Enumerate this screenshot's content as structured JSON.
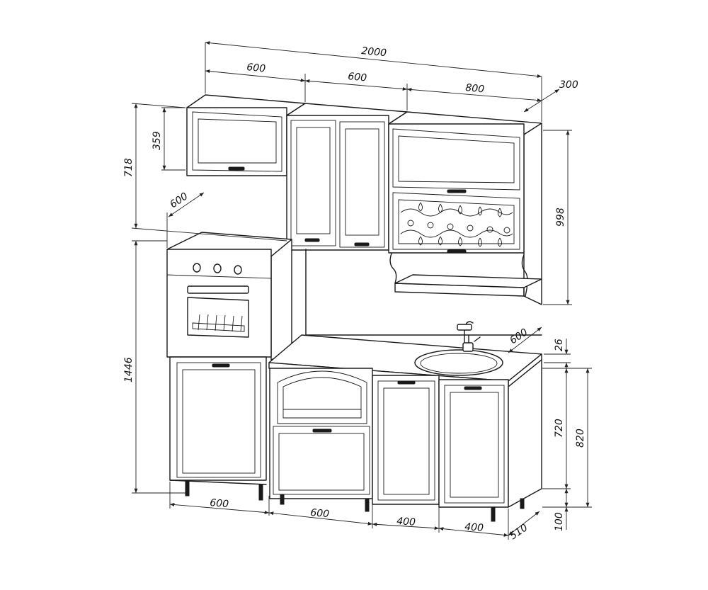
{
  "dimensions": {
    "total_width": "2000",
    "upper_w1": "600",
    "upper_w2": "600",
    "upper_w3": "800",
    "upper_depth": "300",
    "upper_h_small": "359",
    "upper_h_left": "718",
    "upper_h_right": "998",
    "stove_depth": "600",
    "stove_height": "1446",
    "counter_depth": "600",
    "counter_thickness": "26",
    "base_h_720": "720",
    "base_h_820": "820",
    "leg_height": "100",
    "base_w1": "600",
    "base_w2": "600",
    "base_w3": "400",
    "base_w4": "400",
    "base_depth": "510"
  }
}
